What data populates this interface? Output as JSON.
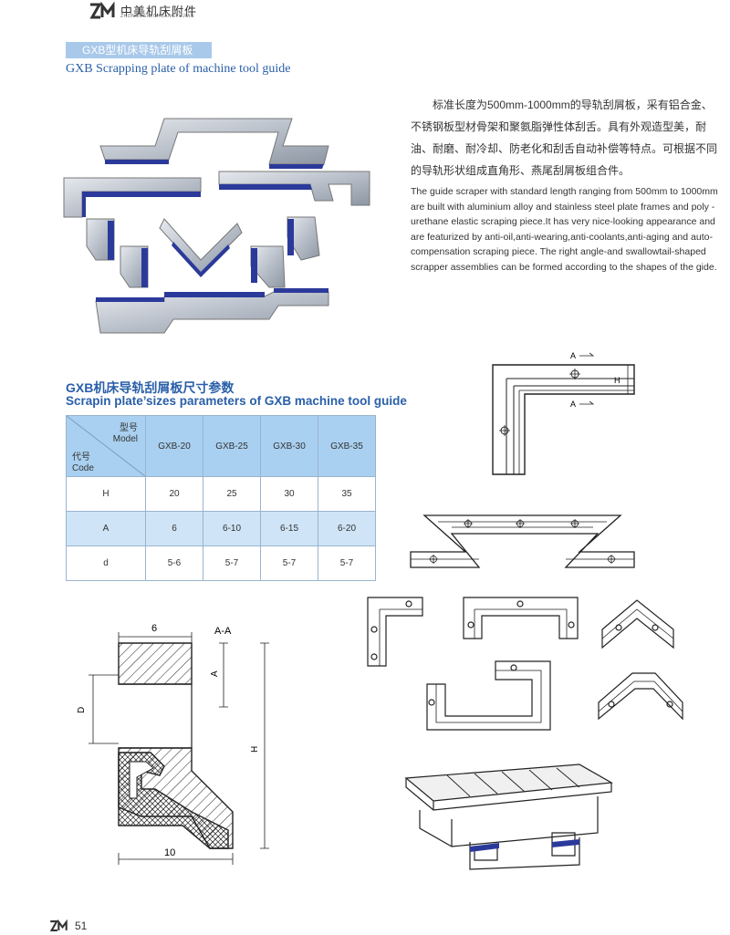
{
  "header": {
    "brand_cn": "中美机床附件",
    "brand_en": "ZHONGMEIJICHUANGFUJIAN"
  },
  "title": {
    "cn": "GXB型机床导轨刮屑板",
    "en": "GXB Scrapping plate of machine tool guide"
  },
  "intro": {
    "cn": "标准长度为500mm-1000mm的导轨刮屑板，采有铝合金、不锈钢板型材骨架和聚氨脂弹性体刮舌。具有外观造型美，耐油、耐磨、耐冷却、防老化和刮舌自动补偿等特点。可根据不同的导轨形状组成直角形、燕尾刮屑板组合件。",
    "en": "The guide scraper with standard length ranging from 500mm to 1000mm are built with aluminium alloy and stainless steel plate frames and poly -urethane elastic scraping piece.It has very nice-looking appearance and are featurized by anti-oil,anti-wearing,anti-coolants,anti-aging and auto-compensation scraping piece. The right angle-and swallowtail-shaped scrapper assemblies can be formed according to the shapes of the gide."
  },
  "section": {
    "cn": "GXB机床导轨刮屑板尺寸参数",
    "en": "Scrapin plate’sizes parameters of GXB machine tool guide"
  },
  "table": {
    "corner": {
      "model_cn": "型号",
      "model_en": "Model",
      "code_cn": "代号",
      "code_en": "Code"
    },
    "models": [
      "GXB-20",
      "GXB-25",
      "GXB-30",
      "GXB-35"
    ],
    "rows": [
      {
        "code": "H",
        "values": [
          "20",
          "25",
          "30",
          "35"
        ]
      },
      {
        "code": "A",
        "values": [
          "6",
          "6-10",
          "6-15",
          "6-20"
        ]
      },
      {
        "code": "d",
        "values": [
          "5-6",
          "5-7",
          "5-7",
          "5-7"
        ]
      }
    ]
  },
  "drawings": {
    "angle_view": {
      "section_a_top": "A",
      "section_a_bottom": "A",
      "height_label": "H"
    },
    "section": {
      "title": "A-A",
      "dim_top": "6",
      "dim_bottom": "10",
      "dim_a": "A",
      "dim_d": "D",
      "dim_h": "H"
    }
  },
  "colors": {
    "accent_blue": "#2a5fa8",
    "header_blue": "#a9d0f0",
    "row_blue": "#cfe4f6",
    "scraper_blue": "#2b3a9a"
  },
  "footer": {
    "page": "51"
  }
}
